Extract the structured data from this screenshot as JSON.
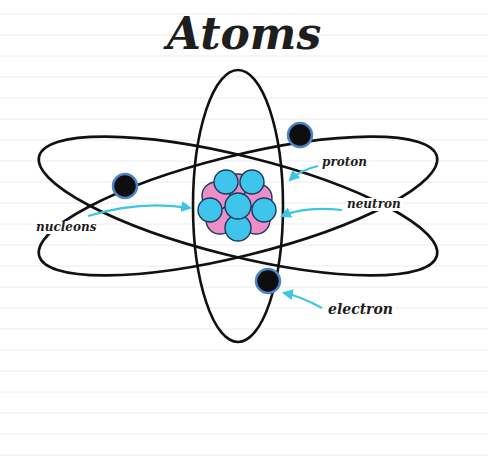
{
  "diagram": {
    "title": "Atoms",
    "labels": [
      "proton",
      "neutron",
      "nucleons",
      "electron"
    ]
  }
}
